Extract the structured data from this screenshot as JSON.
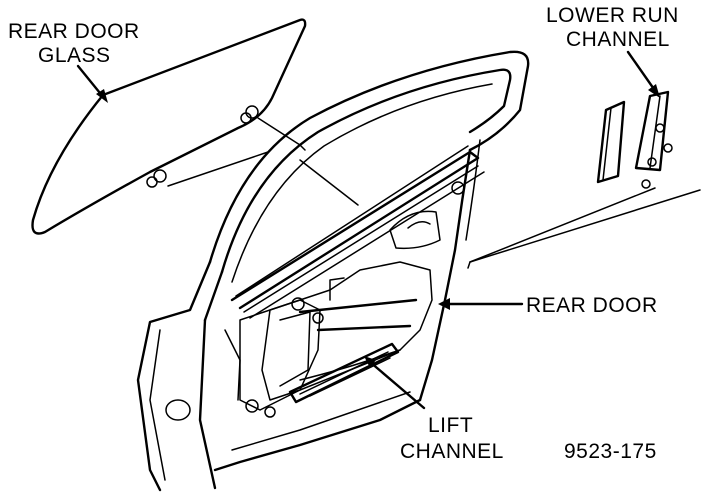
{
  "labels": {
    "rear_door_glass_1": "REAR DOOR",
    "rear_door_glass_2": "GLASS",
    "lower_run_channel_1": "LOWER RUN",
    "lower_run_channel_2": "CHANNEL",
    "rear_door": "REAR DOOR",
    "lift_channel_1": "LIFT",
    "lift_channel_2": "CHANNEL",
    "figure_number": "9523-175"
  }
}
